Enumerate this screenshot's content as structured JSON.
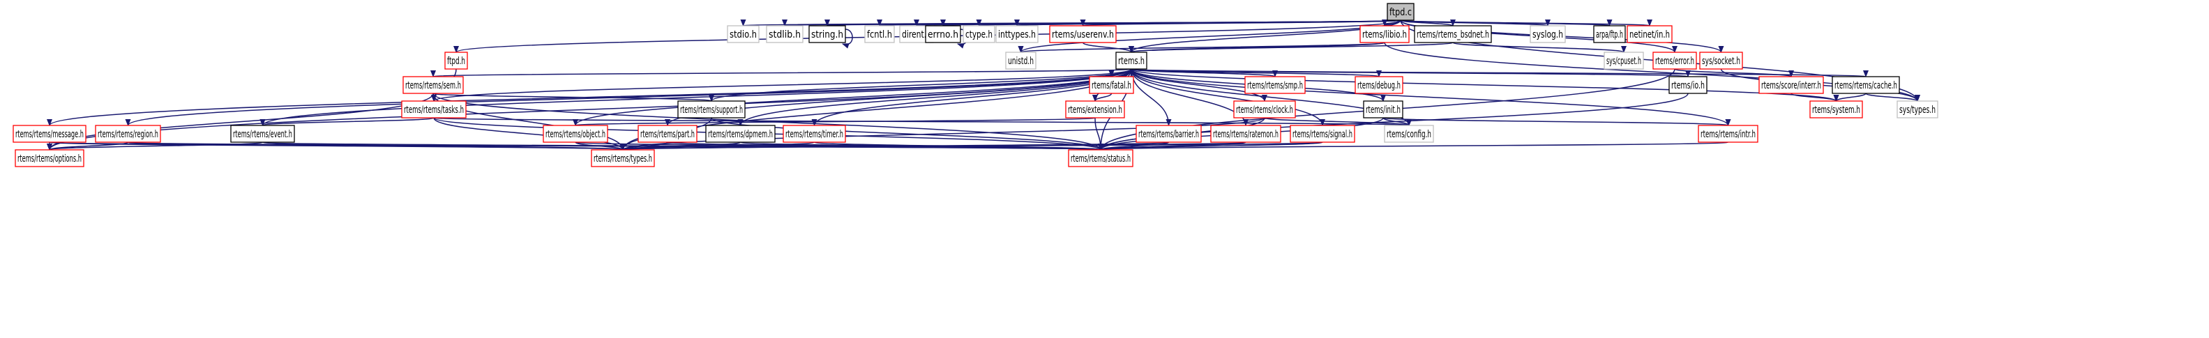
{
  "diagram": {
    "title": "ftpd.c include dependency graph",
    "edge_color": "#191970",
    "node_styles": {
      "root": {
        "fill": "#bfbfbf",
        "stroke": "#000000"
      },
      "documented": {
        "fill": "#ffffff",
        "stroke": "#000000"
      },
      "has_children": {
        "fill": "#ffffff",
        "stroke": "#ff0000"
      },
      "external": {
        "fill": "#ffffff",
        "stroke": "#bfbfbf"
      }
    },
    "nodes": [
      {
        "id": "ftpd_c",
        "label": "ftpd.c",
        "style": "root"
      },
      {
        "id": "stdio",
        "label": "stdio.h",
        "style": "external"
      },
      {
        "id": "stdlib",
        "label": "stdlib.h",
        "style": "external"
      },
      {
        "id": "string",
        "label": "string.h",
        "style": "documented"
      },
      {
        "id": "fcntl",
        "label": "fcntl.h",
        "style": "external"
      },
      {
        "id": "dirent",
        "label": "dirent.h",
        "style": "external"
      },
      {
        "id": "errno",
        "label": "errno.h",
        "style": "documented"
      },
      {
        "id": "ctype",
        "label": "ctype.h",
        "style": "external"
      },
      {
        "id": "inttypes",
        "label": "inttypes.h",
        "style": "external"
      },
      {
        "id": "userenv",
        "label": "rtems/userenv.h",
        "style": "has_children"
      },
      {
        "id": "libio",
        "label": "rtems/libio.h",
        "style": "has_children"
      },
      {
        "id": "bsdnet",
        "label": "rtems/rtems_bsdnet.h",
        "style": "documented"
      },
      {
        "id": "syslog",
        "label": "syslog.h",
        "style": "external"
      },
      {
        "id": "arpaftp",
        "label": "arpa/ftp.h",
        "style": "documented"
      },
      {
        "id": "netinetin",
        "label": "netinet/in.h",
        "style": "has_children"
      },
      {
        "id": "ftpd_h",
        "label": "ftpd.h",
        "style": "has_children"
      },
      {
        "id": "unistd",
        "label": "unistd.h",
        "style": "external"
      },
      {
        "id": "rtems_h",
        "label": "rtems.h",
        "style": "documented"
      },
      {
        "id": "cpuset",
        "label": "sys/cpuset.h",
        "style": "external"
      },
      {
        "id": "error",
        "label": "rtems/error.h",
        "style": "has_children"
      },
      {
        "id": "socket",
        "label": "sys/socket.h",
        "style": "has_children"
      },
      {
        "id": "sem",
        "label": "rtems/rtems/sem.h",
        "style": "has_children"
      },
      {
        "id": "fatal",
        "label": "rtems/fatal.h",
        "style": "has_children"
      },
      {
        "id": "smp",
        "label": "rtems/rtems/smp.h",
        "style": "has_children"
      },
      {
        "id": "debug",
        "label": "rtems/debug.h",
        "style": "has_children"
      },
      {
        "id": "io",
        "label": "rtems/io.h",
        "style": "documented"
      },
      {
        "id": "interr",
        "label": "rtems/score/interr.h",
        "style": "has_children"
      },
      {
        "id": "cache",
        "label": "rtems/rtems/cache.h",
        "style": "documented"
      },
      {
        "id": "tasks",
        "label": "rtems/rtems/tasks.h",
        "style": "has_children"
      },
      {
        "id": "support",
        "label": "rtems/rtems/support.h",
        "style": "documented"
      },
      {
        "id": "extension",
        "label": "rtems/extension.h",
        "style": "has_children"
      },
      {
        "id": "clock",
        "label": "rtems/rtems/clock.h",
        "style": "has_children"
      },
      {
        "id": "init",
        "label": "rtems/init.h",
        "style": "documented"
      },
      {
        "id": "system",
        "label": "rtems/system.h",
        "style": "has_children"
      },
      {
        "id": "systypes",
        "label": "sys/types.h",
        "style": "external"
      },
      {
        "id": "message",
        "label": "rtems/rtems/message.h",
        "style": "has_children"
      },
      {
        "id": "region",
        "label": "rtems/rtems/region.h",
        "style": "has_children"
      },
      {
        "id": "event",
        "label": "rtems/rtems/event.h",
        "style": "documented"
      },
      {
        "id": "object",
        "label": "rtems/rtems/object.h",
        "style": "has_children"
      },
      {
        "id": "part",
        "label": "rtems/rtems/part.h",
        "style": "has_children"
      },
      {
        "id": "dpmem",
        "label": "rtems/rtems/dpmem.h",
        "style": "documented"
      },
      {
        "id": "timer",
        "label": "rtems/rtems/timer.h",
        "style": "has_children"
      },
      {
        "id": "barrier",
        "label": "rtems/rtems/barrier.h",
        "style": "has_children"
      },
      {
        "id": "ratemon",
        "label": "rtems/rtems/ratemon.h",
        "style": "has_children"
      },
      {
        "id": "signal",
        "label": "rtems/rtems/signal.h",
        "style": "has_children"
      },
      {
        "id": "config",
        "label": "rtems/config.h",
        "style": "external"
      },
      {
        "id": "intr",
        "label": "rtems/rtems/intr.h",
        "style": "has_children"
      },
      {
        "id": "options",
        "label": "rtems/rtems/options.h",
        "style": "has_children"
      },
      {
        "id": "types",
        "label": "rtems/rtems/types.h",
        "style": "has_children"
      },
      {
        "id": "status",
        "label": "rtems/rtems/status.h",
        "style": "has_children"
      }
    ],
    "edges": [
      [
        "ftpd_c",
        "stdio"
      ],
      [
        "ftpd_c",
        "stdlib"
      ],
      [
        "ftpd_c",
        "string"
      ],
      [
        "ftpd_c",
        "fcntl"
      ],
      [
        "ftpd_c",
        "dirent"
      ],
      [
        "ftpd_c",
        "errno"
      ],
      [
        "ftpd_c",
        "ctype"
      ],
      [
        "ftpd_c",
        "inttypes"
      ],
      [
        "ftpd_c",
        "userenv"
      ],
      [
        "ftpd_c",
        "libio"
      ],
      [
        "ftpd_c",
        "bsdnet"
      ],
      [
        "ftpd_c",
        "syslog"
      ],
      [
        "ftpd_c",
        "arpaftp"
      ],
      [
        "ftpd_c",
        "netinetin"
      ],
      [
        "ftpd_c",
        "ftpd_h"
      ],
      [
        "ftpd_c",
        "unistd"
      ],
      [
        "ftpd_c",
        "rtems_h"
      ],
      [
        "ftpd_c",
        "error"
      ],
      [
        "ftpd_c",
        "socket"
      ],
      [
        "ftpd_c",
        "systypes"
      ],
      [
        "string",
        "string"
      ],
      [
        "errno",
        "errno"
      ],
      [
        "userenv",
        "rtems_h"
      ],
      [
        "libio",
        "rtems_h"
      ],
      [
        "libio",
        "unistd"
      ],
      [
        "libio",
        "systypes"
      ],
      [
        "bsdnet",
        "rtems_h"
      ],
      [
        "bsdnet",
        "cpuset"
      ],
      [
        "ftpd_h",
        "tasks"
      ],
      [
        "error",
        "interr"
      ],
      [
        "error",
        "status"
      ],
      [
        "socket",
        "systypes"
      ],
      [
        "rtems_h",
        "sem"
      ],
      [
        "rtems_h",
        "tasks"
      ],
      [
        "rtems_h",
        "support"
      ],
      [
        "rtems_h",
        "fatal"
      ],
      [
        "rtems_h",
        "extension"
      ],
      [
        "rtems_h",
        "smp"
      ],
      [
        "rtems_h",
        "debug"
      ],
      [
        "rtems_h",
        "io"
      ],
      [
        "rtems_h",
        "clock"
      ],
      [
        "rtems_h",
        "init"
      ],
      [
        "rtems_h",
        "cache"
      ],
      [
        "rtems_h",
        "system"
      ],
      [
        "rtems_h",
        "message"
      ],
      [
        "rtems_h",
        "region"
      ],
      [
        "rtems_h",
        "event"
      ],
      [
        "rtems_h",
        "object"
      ],
      [
        "rtems_h",
        "part"
      ],
      [
        "rtems_h",
        "dpmem"
      ],
      [
        "rtems_h",
        "timer"
      ],
      [
        "rtems_h",
        "barrier"
      ],
      [
        "rtems_h",
        "ratemon"
      ],
      [
        "rtems_h",
        "signal"
      ],
      [
        "rtems_h",
        "config"
      ],
      [
        "rtems_h",
        "intr"
      ],
      [
        "rtems_h",
        "options"
      ],
      [
        "rtems_h",
        "types"
      ],
      [
        "rtems_h",
        "status"
      ],
      [
        "sem",
        "tasks"
      ],
      [
        "sem",
        "support"
      ],
      [
        "sem",
        "options"
      ],
      [
        "sem",
        "types"
      ],
      [
        "sem",
        "status"
      ],
      [
        "tasks",
        "event"
      ],
      [
        "tasks",
        "types"
      ],
      [
        "tasks",
        "status"
      ],
      [
        "tasks",
        "config"
      ],
      [
        "fatal",
        "extension"
      ],
      [
        "extension",
        "object"
      ],
      [
        "extension",
        "status"
      ],
      [
        "support",
        "types"
      ],
      [
        "support",
        "status"
      ],
      [
        "clock",
        "config"
      ],
      [
        "clock",
        "types"
      ],
      [
        "clock",
        "status"
      ],
      [
        "init",
        "config"
      ],
      [
        "init",
        "intr"
      ],
      [
        "init",
        "status"
      ],
      [
        "io",
        "status"
      ],
      [
        "interr",
        "system"
      ],
      [
        "cache",
        "system"
      ],
      [
        "cache",
        "systypes"
      ],
      [
        "message",
        "options"
      ],
      [
        "message",
        "types"
      ],
      [
        "message",
        "status"
      ],
      [
        "region",
        "options"
      ],
      [
        "region",
        "types"
      ],
      [
        "region",
        "status"
      ],
      [
        "event",
        "options"
      ],
      [
        "event",
        "types"
      ],
      [
        "event",
        "status"
      ],
      [
        "object",
        "types"
      ],
      [
        "object",
        "status"
      ],
      [
        "part",
        "types"
      ],
      [
        "part",
        "status"
      ],
      [
        "dpmem",
        "types"
      ],
      [
        "dpmem",
        "status"
      ],
      [
        "timer",
        "types"
      ],
      [
        "timer",
        "status"
      ],
      [
        "barrier",
        "types"
      ],
      [
        "barrier",
        "status"
      ],
      [
        "ratemon",
        "types"
      ],
      [
        "ratemon",
        "status"
      ],
      [
        "signal",
        "types"
      ],
      [
        "signal",
        "status"
      ],
      [
        "intr",
        "status"
      ]
    ]
  }
}
